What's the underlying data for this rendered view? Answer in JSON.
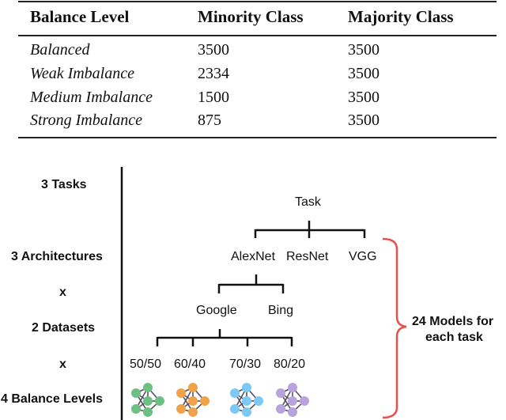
{
  "table": {
    "headers": [
      "Balance Level",
      "Minority Class",
      "Majority Class"
    ],
    "rows": [
      {
        "level": "Balanced",
        "minority": "3500",
        "majority": "3500"
      },
      {
        "level": "Weak Imbalance",
        "minority": "2334",
        "majority": "3500"
      },
      {
        "level": "Medium Imbalance",
        "minority": "1500",
        "majority": "3500"
      },
      {
        "level": "Strong Imbalance",
        "minority": "875",
        "majority": "3500"
      }
    ]
  },
  "diagram": {
    "left_labels": {
      "tasks": "3 Tasks",
      "architectures": "3 Architectures",
      "times1": "x",
      "datasets": "2 Datasets",
      "times2": "x",
      "balance_levels": "4 Balance Levels"
    },
    "tree": {
      "root": "Task",
      "architectures": [
        "AlexNet",
        "ResNet",
        "VGG"
      ],
      "datasets": [
        "Google",
        "Bing"
      ],
      "splits": [
        "50/50",
        "60/40",
        "70/30",
        "80/20"
      ]
    },
    "bracket_label": {
      "line1": "24 Models for",
      "line2": "each task"
    },
    "colors": {
      "network_icons": [
        "#6dbf82",
        "#f0a24b",
        "#7cc8f6",
        "#b9a3dd"
      ],
      "edge": "#555060",
      "bracket": "#e8504f",
      "line": "#111111"
    }
  }
}
